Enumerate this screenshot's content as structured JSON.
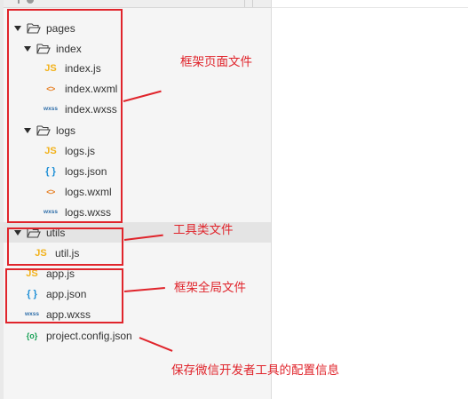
{
  "file_tree": {
    "pages_folder": "pages",
    "index_folder": "index",
    "index_files": [
      "index.js",
      "index.wxml",
      "index.wxss"
    ],
    "logs_folder": "logs",
    "logs_files": [
      "logs.js",
      "logs.json",
      "logs.wxml",
      "logs.wxss"
    ],
    "utils_folder": "utils",
    "utils_files": [
      "util.js"
    ],
    "root_files": [
      "app.js",
      "app.json",
      "app.wxss"
    ],
    "config_file": "project.config.json"
  },
  "icons": {
    "js": "JS",
    "wxml": "<>",
    "wxss": "wxss",
    "json": "{ }",
    "config": "{o}"
  },
  "annotations": {
    "pages": "框架页面文件",
    "utils": "工具类文件",
    "global": "框架全局文件",
    "config": "保存微信开发者工具的配置信息"
  },
  "colors": {
    "annotation_red": "#e0242b",
    "js_icon": "#f2b21b",
    "wxml_icon": "#e67e22",
    "wxss_icon": "#2c6ca8",
    "json_icon": "#1e8fd6",
    "config_icon": "#17a055"
  }
}
